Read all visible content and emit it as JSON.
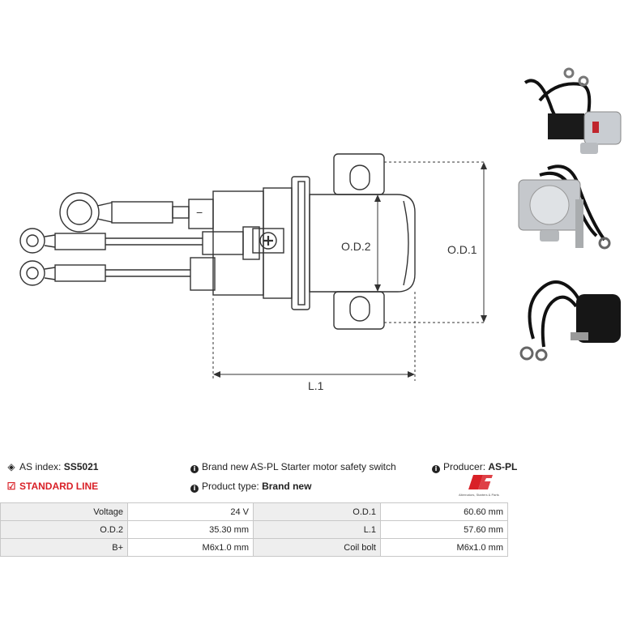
{
  "drawing": {
    "labels": {
      "od2": "O.D.2",
      "od1": "O.D.1",
      "l1": "L.1",
      "terminal_mark": "−"
    }
  },
  "info": {
    "as_index_label": "AS index:",
    "as_index_value": "SS5021",
    "line": "STANDARD LINE",
    "description": "Brand new AS-PL Starter motor safety switch",
    "product_type_label": "Product type:",
    "product_type_value": "Brand new",
    "producer_label": "Producer:",
    "producer_value": "AS-PL",
    "logo_tagline": "Alternators, Starters & Parts"
  },
  "specs": [
    {
      "label": "Voltage",
      "value": "24 V",
      "label2": "O.D.1",
      "value2": "60.60 mm"
    },
    {
      "label": "O.D.2",
      "value": "35.30 mm",
      "label2": "L.1",
      "value2": "57.60 mm"
    },
    {
      "label": "B+",
      "value": "M6x1.0 mm",
      "label2": "Coil bolt",
      "value2": "M6x1.0 mm"
    }
  ],
  "colors": {
    "brand_red": "#d92027",
    "label_bg": "#eeeeee",
    "border": "#c8c8c8"
  }
}
